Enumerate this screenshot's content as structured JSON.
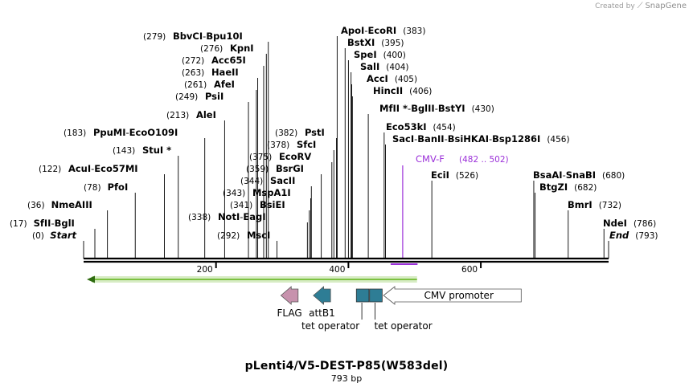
{
  "watermark": {
    "prefix": "Created by",
    "brand": "SnapGene"
  },
  "plasmid": {
    "name": "pLenti4/V5-DEST-P85(W583del)",
    "length_label": "793 bp",
    "length_bp": 793
  },
  "ruler": {
    "ticks": [
      200,
      400,
      600
    ]
  },
  "sites": [
    {
      "pos": 0,
      "text": "(0)",
      "enzymes": [
        "Start"
      ],
      "special": true
    },
    {
      "pos": 17,
      "text": "(17)",
      "enzymes": [
        "SfII",
        "BglI"
      ]
    },
    {
      "pos": 36,
      "text": "(36)",
      "enzymes": [
        "NmeAIII"
      ]
    },
    {
      "pos": 78,
      "text": "(78)",
      "enzymes": [
        "PfoI"
      ]
    },
    {
      "pos": 122,
      "text": "(122)",
      "enzymes": [
        "AcuI",
        "Eco57MI"
      ]
    },
    {
      "pos": 143,
      "text": "(143)",
      "enzymes": [
        "StuI *"
      ]
    },
    {
      "pos": 183,
      "text": "(183)",
      "enzymes": [
        "PpuMI",
        "EcoO109I"
      ]
    },
    {
      "pos": 213,
      "text": "(213)",
      "enzymes": [
        "AleI"
      ]
    },
    {
      "pos": 249,
      "text": "(249)",
      "enzymes": [
        "PsiI"
      ]
    },
    {
      "pos": 261,
      "text": "(261)",
      "enzymes": [
        "AfeI"
      ]
    },
    {
      "pos": 263,
      "text": "(263)",
      "enzymes": [
        "HaeII"
      ]
    },
    {
      "pos": 272,
      "text": "(272)",
      "enzymes": [
        "Acc65I"
      ]
    },
    {
      "pos": 276,
      "text": "(276)",
      "enzymes": [
        "KpnI"
      ]
    },
    {
      "pos": 279,
      "text": "(279)",
      "enzymes": [
        "BbvCI",
        "Bpu10I"
      ]
    },
    {
      "pos": 292,
      "text": "(292)",
      "enzymes": [
        "MscI"
      ]
    },
    {
      "pos": 338,
      "text": "(338)",
      "enzymes": [
        "NotI",
        "EagI"
      ]
    },
    {
      "pos": 341,
      "text": "(341)",
      "enzymes": [
        "BsiEI"
      ]
    },
    {
      "pos": 343,
      "text": "(343)",
      "enzymes": [
        "MspA1I"
      ]
    },
    {
      "pos": 344,
      "text": "(344)",
      "enzymes": [
        "SacII"
      ]
    },
    {
      "pos": 359,
      "text": "(359)",
      "enzymes": [
        "BsrGI"
      ]
    },
    {
      "pos": 375,
      "text": "(375)",
      "enzymes": [
        "EcoRV"
      ]
    },
    {
      "pos": 378,
      "text": "(378)",
      "enzymes": [
        "SfcI"
      ]
    },
    {
      "pos": 382,
      "text": "(382)",
      "enzymes": [
        "PstI"
      ]
    },
    {
      "pos": 383,
      "text": "(383)",
      "enzymes": [
        "ApoI",
        "EcoRI"
      ]
    },
    {
      "pos": 395,
      "text": "(395)",
      "enzymes": [
        "BstXI"
      ]
    },
    {
      "pos": 400,
      "text": "(400)",
      "enzymes": [
        "SpeI"
      ]
    },
    {
      "pos": 404,
      "text": "(404)",
      "enzymes": [
        "SalI"
      ]
    },
    {
      "pos": 405,
      "text": "(405)",
      "enzymes": [
        "AccI"
      ]
    },
    {
      "pos": 406,
      "text": "(406)",
      "enzymes": [
        "HincII"
      ]
    },
    {
      "pos": 430,
      "text": "(430)",
      "enzymes": [
        "MfII *",
        "BglII",
        "BstYI"
      ]
    },
    {
      "pos": 454,
      "text": "(454)",
      "enzymes": [
        "Eco53kI"
      ]
    },
    {
      "pos": 456,
      "text": "(456)",
      "enzymes": [
        "SacI",
        "BanII",
        "BsiHKAI",
        "Bsp1286I"
      ]
    },
    {
      "pos": 526,
      "text": "(526)",
      "enzymes": [
        "EciI"
      ]
    },
    {
      "pos": 680,
      "text": "(680)",
      "enzymes": [
        "BsaAI",
        "SnaBI"
      ]
    },
    {
      "pos": 682,
      "text": "(682)",
      "enzymes": [
        "BtgZI"
      ]
    },
    {
      "pos": 732,
      "text": "(732)",
      "enzymes": [
        "BmrI"
      ]
    },
    {
      "pos": 786,
      "text": "(786)",
      "enzymes": [
        "NdeI"
      ]
    },
    {
      "pos": 793,
      "text": "(793)",
      "enzymes": [
        "End"
      ],
      "special": true
    }
  ],
  "primer": {
    "name": "CMV-F",
    "range_text": "(482 .. 502)",
    "start": 482,
    "end": 502,
    "color": "#9b30d9"
  },
  "orf": {
    "start": 0,
    "end": 500,
    "direction": "reverse",
    "color": "#7dc142",
    "arrow_color": "#2e6b10"
  },
  "features": [
    {
      "name": "FLAG",
      "start": 298,
      "end": 324,
      "direction": "reverse",
      "color": "#c792ad"
    },
    {
      "name": "attB1",
      "start": 347,
      "end": 373,
      "direction": "reverse",
      "color": "#2e7d95"
    },
    {
      "name": "tet operator",
      "start": 412,
      "end": 431,
      "direction": "none",
      "color": "#2e7d95"
    },
    {
      "name": "tet operator",
      "start": 432,
      "end": 451,
      "direction": "none",
      "color": "#2e7d95"
    },
    {
      "name": "CMV promoter",
      "start": 453,
      "end": 661,
      "direction": "reverse",
      "color": "#ffffff"
    }
  ],
  "colors": {
    "backbone": "#000000",
    "label": "#000000",
    "number": "#000000"
  }
}
